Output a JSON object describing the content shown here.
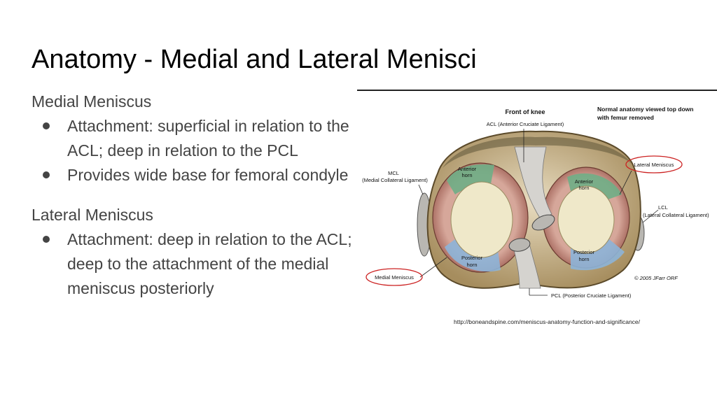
{
  "slide": {
    "title": "Anatomy - Medial and Lateral Menisci",
    "sections": [
      {
        "heading": "Medial Meniscus",
        "bullets": [
          "Attachment: superficial in relation to the ACL; deep in relation to the PCL",
          "Provides wide base for femoral condyle"
        ]
      },
      {
        "heading": "Lateral Meniscus",
        "bullets": [
          "Attachment: deep in relation to the ACL; deep to the attachment of the medial meniscus posteriorly"
        ]
      }
    ],
    "figure": {
      "labels": {
        "front_of_knee": "Front of knee",
        "acl": "ACL (Anterior Cruciate Ligament)",
        "view_line1": "Normal anatomy viewed top down",
        "view_line2": "with femur removed",
        "lateral_meniscus": "Lateral Meniscus",
        "mcl_line1": "MCL",
        "mcl_line2": "(Medial Collateral Ligament)",
        "anterior_horn_left_1": "Anterior",
        "anterior_horn_left_2": "horn",
        "anterior_horn_right_1": "Anterior",
        "anterior_horn_right_2": "horn",
        "lcl_line1": "LCL",
        "lcl_line2": "(Lateral Collateral Ligament)",
        "posterior_horn_left_1": "Posterior",
        "posterior_horn_left_2": "horn",
        "posterior_horn_right_1": "Posterior",
        "posterior_horn_right_2": "horn",
        "medial_meniscus": "Medial Meniscus",
        "copyright": "© 2005 JFarr ORF",
        "pcl": "PCL (Posterior Cruciate Ligament)"
      },
      "colors": {
        "anterior_horn": "#6fae86",
        "posterior_horn": "#8db4d8",
        "meniscus": "#b98476",
        "condyle": "#efe8c9",
        "tibia": "#c9b78b",
        "callout": "#cc2222"
      }
    },
    "credit": "http://boneandspine.com/meniscus-anatomy-function-and-significance/"
  }
}
